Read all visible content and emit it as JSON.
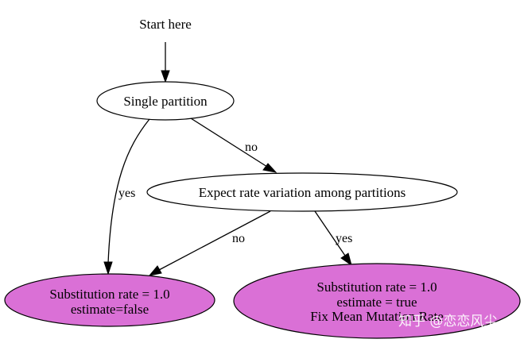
{
  "diagram": {
    "start_label": "Start here",
    "nodes": {
      "single_partition": {
        "label": "Single partition",
        "fill": "#ffffff"
      },
      "expect_rate_variation": {
        "label": "Expect rate variation among partitions",
        "fill": "#ffffff"
      },
      "fixed_rate_outcome": {
        "line1": "Substitution rate = 1.0",
        "line2": "estimate=false",
        "fill": "#da70d6"
      },
      "estimated_rate_outcome": {
        "line1": "Substitution rate = 1.0",
        "line2": "estimate = true",
        "line3": "Fix Mean Mutation Rate",
        "fill": "#da70d6"
      }
    },
    "edges": {
      "single_to_fixed": "yes",
      "single_to_expect": "no",
      "expect_to_fixed": "no",
      "expect_to_estimated": "yes"
    }
  },
  "watermark": {
    "text": "知乎 @恋恋风尘"
  }
}
